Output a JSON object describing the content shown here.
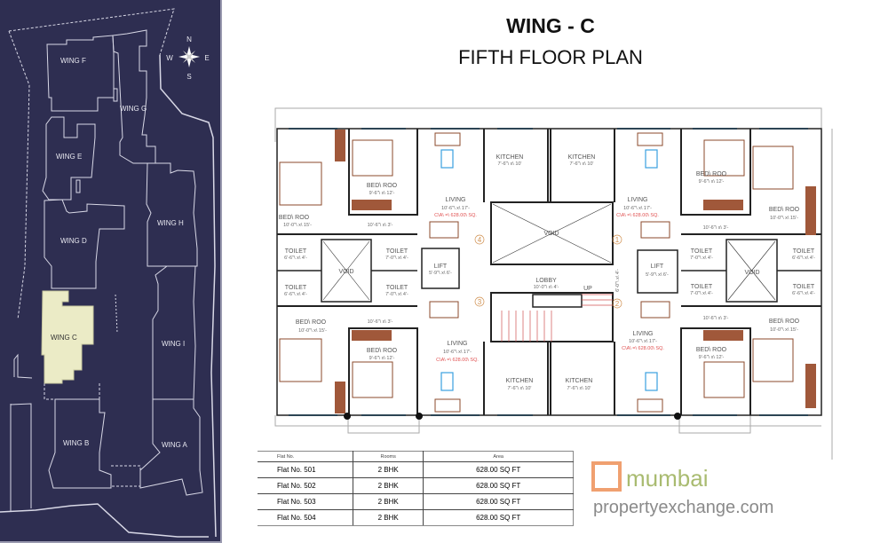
{
  "header": {
    "title": "WING - C",
    "subtitle": "FIFTH FLOOR PLAN"
  },
  "site_plan": {
    "compass": {
      "n": "N",
      "s": "S",
      "e": "E",
      "w": "W"
    },
    "wings": {
      "f": "WING F",
      "g": "WING G",
      "e": "WING E",
      "h": "WING H",
      "d": "WING D",
      "c": "WING C",
      "i": "WING I",
      "b": "WING B",
      "a": "WING A"
    },
    "highlight_color": "#ebebc6"
  },
  "floor_plan": {
    "bed": "BED\\ ROO",
    "living": "LIVING",
    "kitchen": "KITCHEN",
    "toilet": "TOILET",
    "void": "VOID",
    "lift": "LIFT",
    "lobby": "LOBBY",
    "up": "UP",
    "sizes": {
      "bed_large": "10'-0\"\\ x\\ 15'-",
      "bed_small": "9'-6\"\\ x\\ 12'-",
      "living": "10'-6\"\\ x\\ 17'-",
      "kitchen": "7'-6\"\\ x\\ 10'",
      "passage": "10'-6\"\\ x\\ 3'-",
      "toilet_a": "6'-6\"\\ x\\ 4'-",
      "toilet_b": "7'-0\"\\ x\\ 4'-",
      "lift": "5'-9\"\\ x\\ 6'-",
      "lobby": "10'-0\"\\ x\\ 4'-",
      "corridor": "6'-0\"\\ x\\ 4'-"
    },
    "carpet_area": "C\\A\\ =\\ 628.00\\ SQ.",
    "flat_markers": [
      "1",
      "2",
      "3",
      "4"
    ],
    "watermark": {
      "line1": "mumbai",
      "line2": "propertyexchange.com"
    }
  },
  "table": {
    "headers": [
      "Flat No.",
      "Rooms",
      "Area"
    ],
    "rows": [
      [
        "Flat No. 501",
        "2 BHK",
        "628.00 SQ FT"
      ],
      [
        "Flat No. 502",
        "2 BHK",
        "628.00 SQ FT"
      ],
      [
        "Flat No. 503",
        "2 BHK",
        "628.00 SQ FT"
      ],
      [
        "Flat No. 504",
        "2 BHK",
        "628.00 SQ FT"
      ]
    ]
  }
}
